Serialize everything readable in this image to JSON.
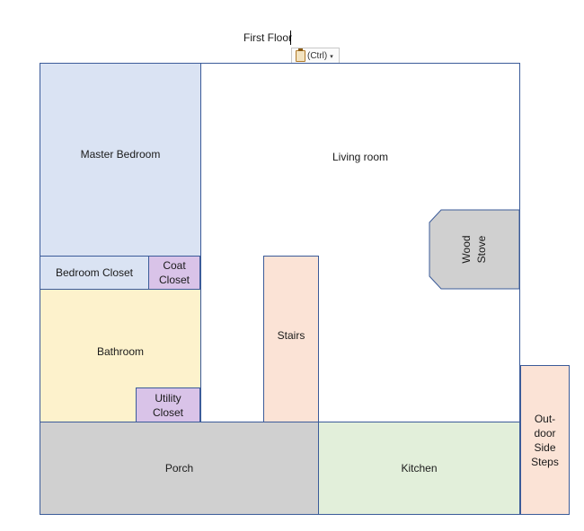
{
  "title": "First Floor",
  "paste_options": {
    "label": "(Ctrl)",
    "caret": "▾"
  },
  "rooms": {
    "living_room": "Living room",
    "master_bedroom": "Master Bedroom",
    "bedroom_closet": "Bedroom Closet",
    "coat_closet_1": "Coat",
    "coat_closet_2": "Closet",
    "bathroom": "Bathroom",
    "utility_closet_1": "Utility",
    "utility_closet_2": "Closet",
    "stairs": "Stairs",
    "wood_stove_1": "Wood",
    "wood_stove_2": "Stove",
    "porch": "Porch",
    "kitchen": "Kitchen",
    "side_steps_1": "Out-",
    "side_steps_2": "door",
    "side_steps_3": "Side",
    "side_steps_4": "Steps"
  },
  "colors": {
    "outline": "#3b5b99",
    "bedroom": "#dae3f3",
    "closet_purple": "#d9c3e8",
    "bathroom": "#fdf2cc",
    "stairs": "#fbe3d6",
    "stove": "#d0d0d0",
    "porch": "#d0d0d0",
    "kitchen": "#e2efda"
  }
}
